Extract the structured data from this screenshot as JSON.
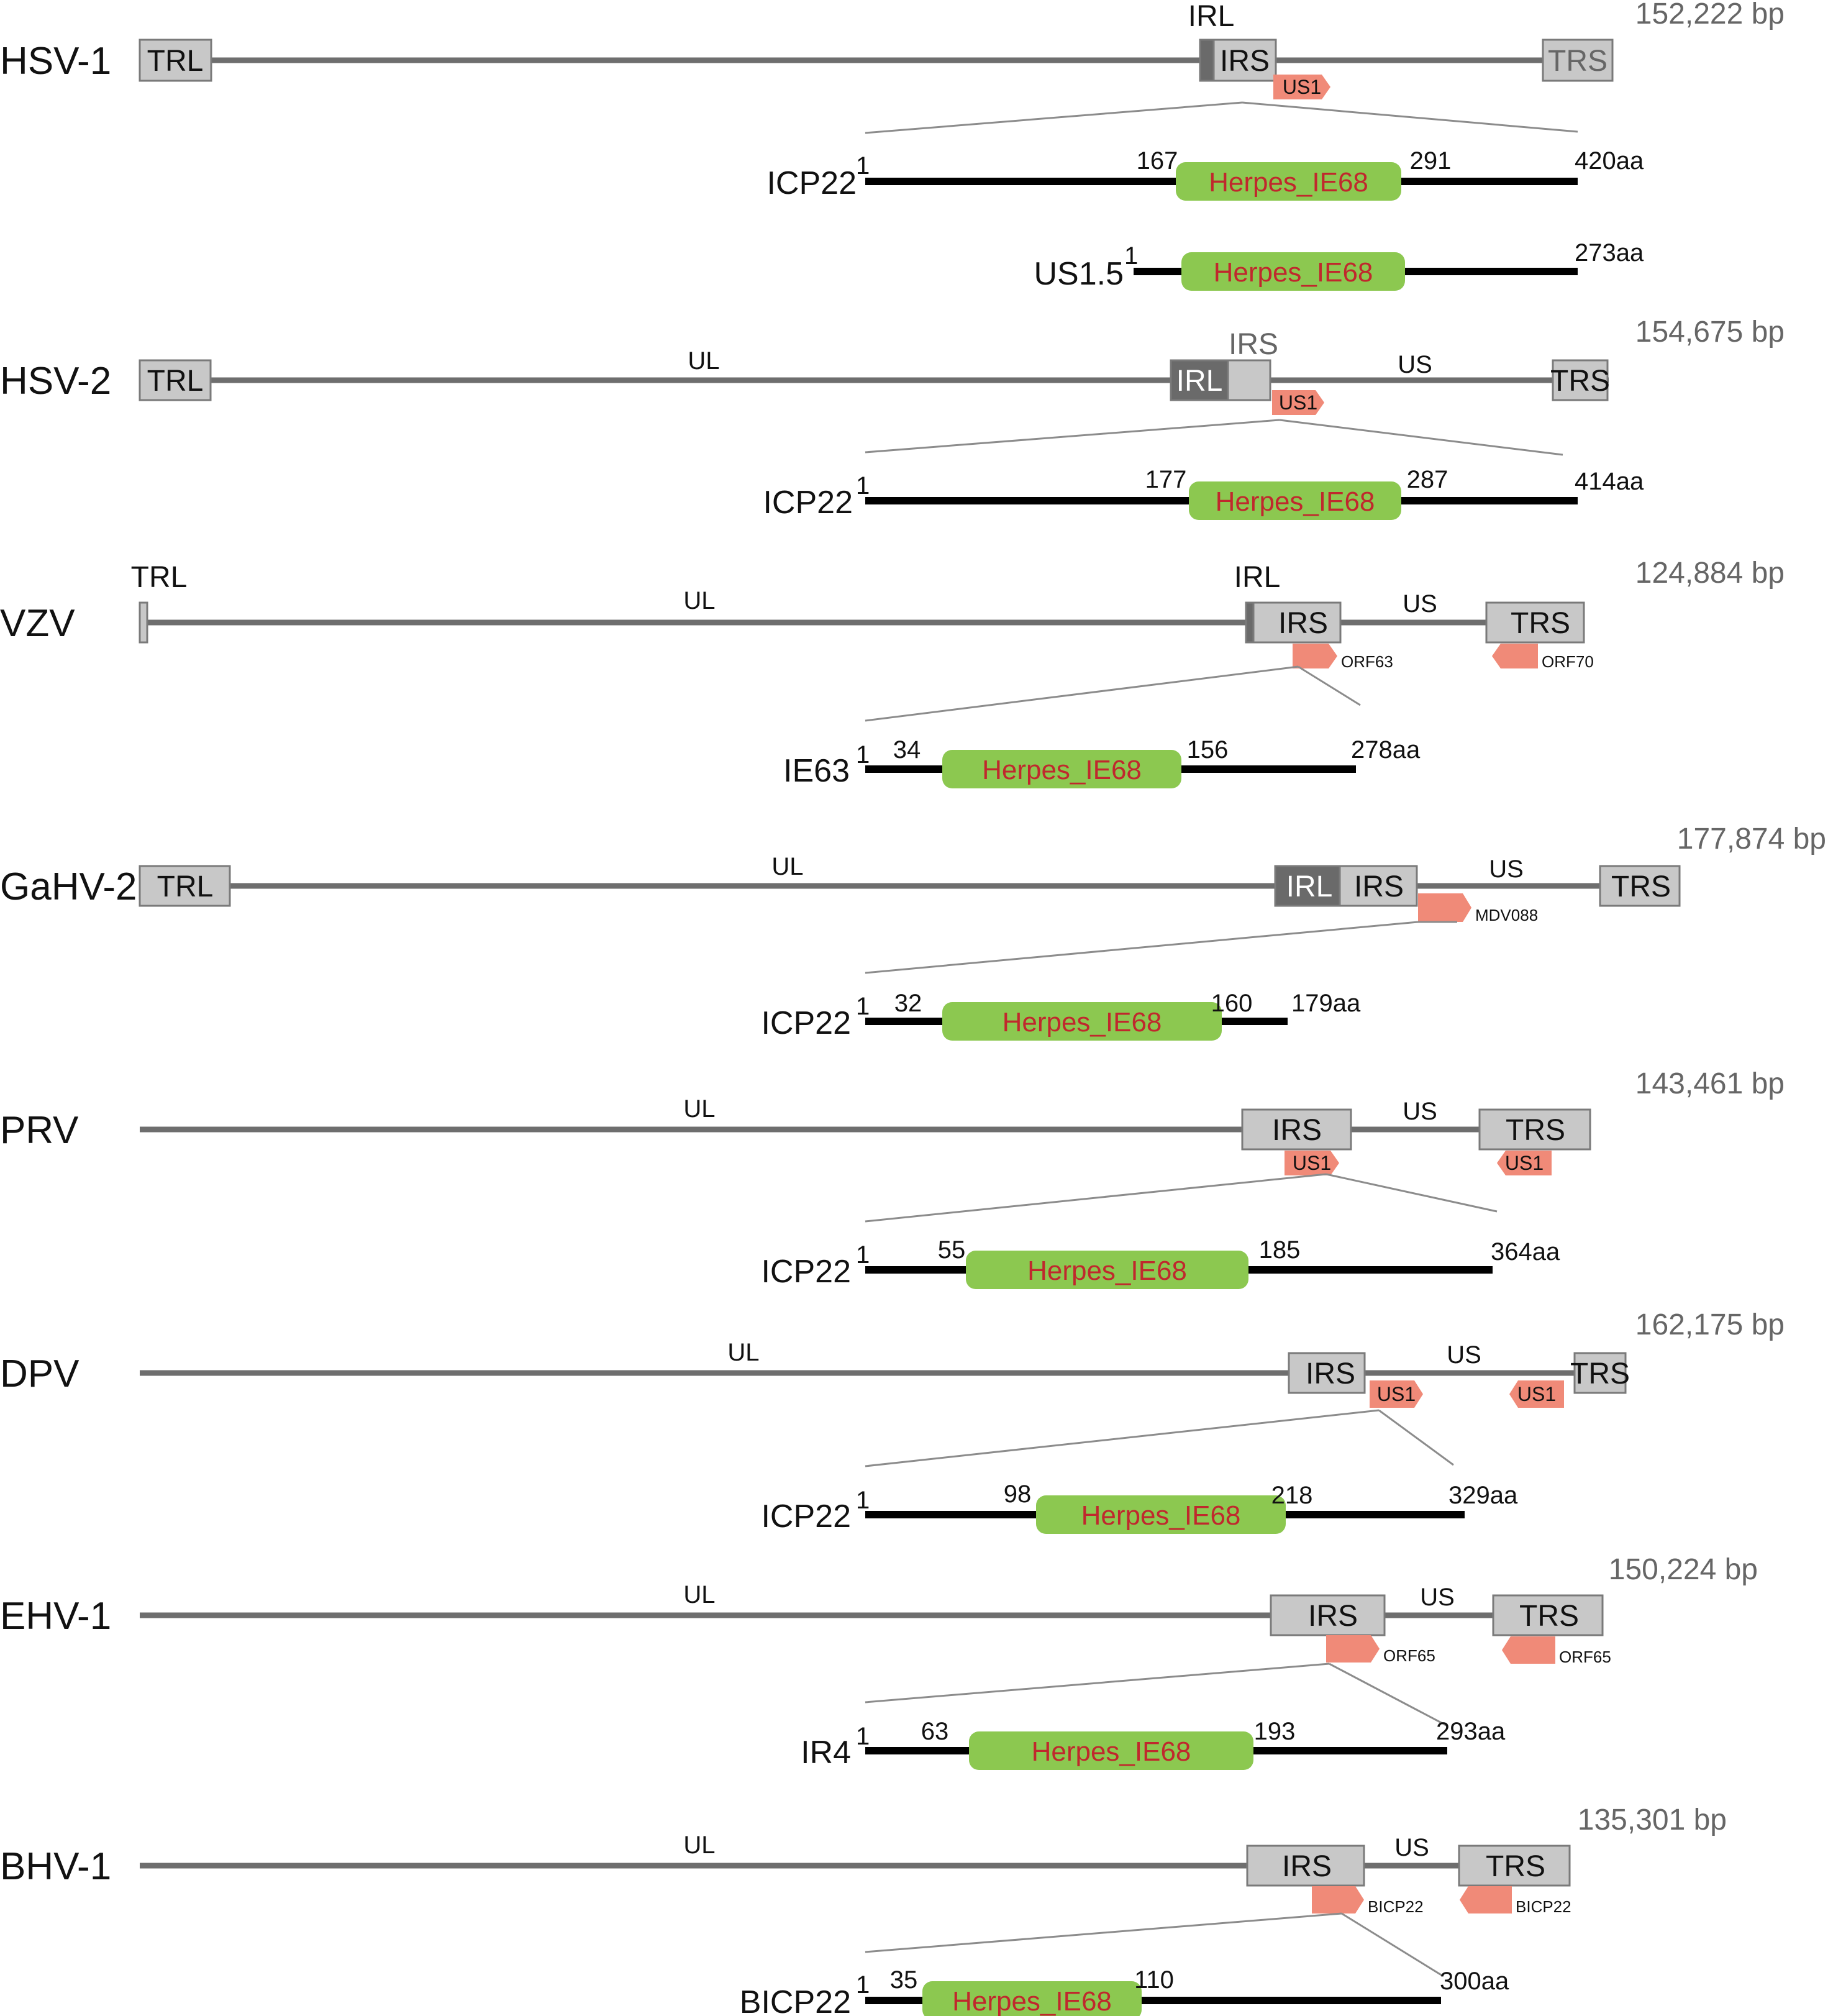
{
  "colors": {
    "backbone": "#6e6e6e",
    "box_fill": "#c8c8c8",
    "box_stroke": "#7a7a7a",
    "box_dark": "#6a6a6a",
    "gene": "#f08a78",
    "domain": "#8cc850",
    "domain_text": "#c0282d",
    "protein_line": "#000000",
    "connector": "#8c8c8c"
  },
  "domain_label": "Herpes_IE68",
  "genomes": [
    {
      "name": "HSV-1",
      "size": "152,222 bp",
      "regions": [],
      "boxes": [
        {
          "label": "TRL",
          "style": "normal"
        },
        {
          "label": "IRL",
          "style": "dark"
        },
        {
          "label": "IRS",
          "style": "normal"
        },
        {
          "label": "TRS",
          "style": "grey"
        }
      ],
      "genes": [
        {
          "label": "US1",
          "dir": "right"
        }
      ],
      "proteins": [
        {
          "name": "ICP22",
          "start": "1",
          "dstart": "167",
          "dend": "291",
          "end": "420aa"
        },
        {
          "name": "US1.5",
          "start": "1",
          "end": "273aa"
        }
      ]
    },
    {
      "name": "HSV-2",
      "size": "154,675 bp",
      "regions": [
        "UL",
        "US"
      ],
      "boxes": [
        {
          "label": "TRL",
          "style": "normal"
        },
        {
          "label": "IRL",
          "style": "dark"
        },
        {
          "label": "IRS",
          "style": "normal"
        },
        {
          "label": "TRS",
          "style": "normal"
        }
      ],
      "genes": [
        {
          "label": "US1",
          "dir": "right"
        }
      ],
      "proteins": [
        {
          "name": "ICP22",
          "start": "1",
          "dstart": "177",
          "dend": "287",
          "end": "414aa"
        }
      ]
    },
    {
      "name": "VZV",
      "size": "124,884 bp",
      "regions": [
        "UL",
        "US"
      ],
      "boxes": [
        {
          "label": "TRL",
          "style": "normal"
        },
        {
          "label": "IRL",
          "style": "dark"
        },
        {
          "label": "IRS",
          "style": "normal"
        },
        {
          "label": "TRS",
          "style": "normal"
        }
      ],
      "genes": [
        {
          "label": "ORF63",
          "dir": "right"
        },
        {
          "label": "ORF70",
          "dir": "left"
        }
      ],
      "proteins": [
        {
          "name": "IE63",
          "start": "1",
          "dstart": "34",
          "dend": "156",
          "end": "278aa"
        }
      ]
    },
    {
      "name": "GaHV-2",
      "size": "177,874 bp",
      "regions": [
        "UL",
        "US"
      ],
      "boxes": [
        {
          "label": "TRL",
          "style": "normal"
        },
        {
          "label": "IRL",
          "style": "dark"
        },
        {
          "label": "IRS",
          "style": "normal"
        },
        {
          "label": "TRS",
          "style": "normal"
        }
      ],
      "genes": [
        {
          "label": "MDV088",
          "dir": "right"
        }
      ],
      "proteins": [
        {
          "name": "ICP22",
          "start": "1",
          "dstart": "32",
          "dend": "160",
          "end": "179aa"
        }
      ]
    },
    {
      "name": "PRV",
      "size": "143,461 bp",
      "regions": [
        "UL",
        "US"
      ],
      "boxes": [
        {
          "label": "IRS",
          "style": "normal"
        },
        {
          "label": "TRS",
          "style": "normal"
        }
      ],
      "genes": [
        {
          "label": "US1",
          "dir": "right"
        },
        {
          "label": "US1",
          "dir": "left"
        }
      ],
      "proteins": [
        {
          "name": "ICP22",
          "start": "1",
          "dstart": "55",
          "dend": "185",
          "end": "364aa"
        }
      ]
    },
    {
      "name": "DPV",
      "size": "162,175 bp",
      "regions": [
        "UL",
        "US"
      ],
      "boxes": [
        {
          "label": "IRS",
          "style": "normal"
        },
        {
          "label": "TRS",
          "style": "normal"
        }
      ],
      "genes": [
        {
          "label": "US1",
          "dir": "right"
        },
        {
          "label": "US1",
          "dir": "left"
        }
      ],
      "proteins": [
        {
          "name": "ICP22",
          "start": "1",
          "dstart": "98",
          "dend": "218",
          "end": "329aa"
        }
      ]
    },
    {
      "name": "EHV-1",
      "size": "150,224 bp",
      "regions": [
        "UL",
        "US"
      ],
      "boxes": [
        {
          "label": "IRS",
          "style": "normal"
        },
        {
          "label": "TRS",
          "style": "normal"
        }
      ],
      "genes": [
        {
          "label": "ORF65",
          "dir": "right"
        },
        {
          "label": "ORF65",
          "dir": "left"
        }
      ],
      "proteins": [
        {
          "name": "IR4",
          "start": "1",
          "dstart": "63",
          "dend": "193",
          "end": "293aa"
        }
      ]
    },
    {
      "name": "BHV-1",
      "size": "135,301 bp",
      "regions": [
        "UL",
        "US"
      ],
      "boxes": [
        {
          "label": "IRS",
          "style": "normal"
        },
        {
          "label": "TRS",
          "style": "normal"
        }
      ],
      "genes": [
        {
          "label": "BICP22",
          "dir": "right"
        },
        {
          "label": "BICP22",
          "dir": "left"
        }
      ],
      "proteins": [
        {
          "name": "BICP22",
          "start": "1",
          "dstart": "35",
          "dend": "110",
          "end": "300aa"
        }
      ]
    }
  ]
}
